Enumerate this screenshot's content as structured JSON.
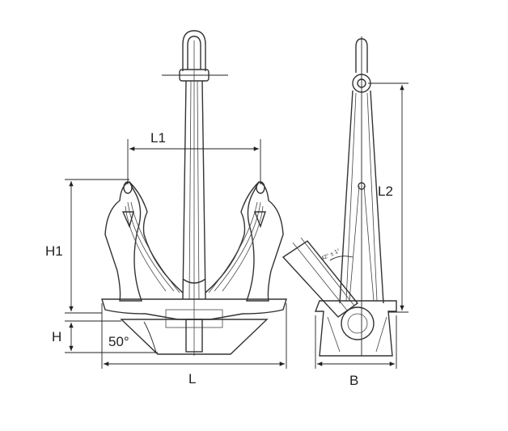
{
  "diagram": {
    "front_view": {
      "labels": {
        "L1": "L1",
        "H1": "H1",
        "H": "H",
        "angle": "50°",
        "L": "L"
      }
    },
    "side_view": {
      "labels": {
        "L2": "L2",
        "B": "B",
        "fluke_angle": "42° ± 1°"
      }
    }
  }
}
